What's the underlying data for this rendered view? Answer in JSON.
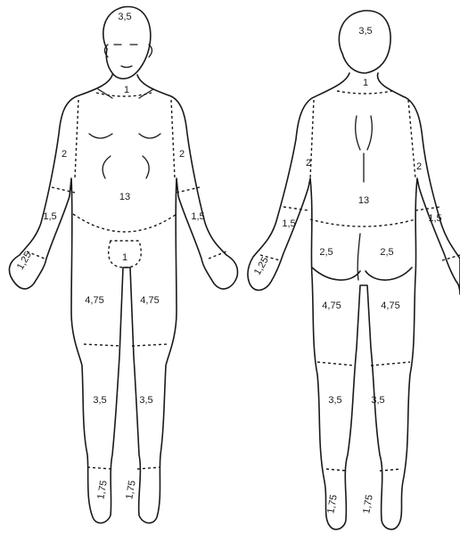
{
  "front": {
    "head": "3,5",
    "neck": "1",
    "arm_upper_left": "2",
    "arm_upper_right": "2",
    "trunk": "13",
    "forearm_left": "1,5",
    "forearm_right": "1,5",
    "hand_left": "1,25",
    "genital": "1",
    "thigh_left": "4,75",
    "thigh_right": "4,75",
    "leg_left": "3,5",
    "leg_right": "3,5",
    "foot_left": "1,75",
    "foot_right": "1,75"
  },
  "back": {
    "head": "3,5",
    "neck": "1",
    "arm_upper_left": "2",
    "arm_upper_right": "2",
    "trunk": "13",
    "forearm_left": "1,5",
    "forearm_right": "1,5",
    "hand_left": "1,25",
    "buttock_left": "2,5",
    "buttock_right": "2,5",
    "thigh_left": "4,75",
    "thigh_right": "4,75",
    "leg_left": "3,5",
    "leg_right": "3,5",
    "foot_left": "1,75",
    "foot_right": "1,75"
  }
}
